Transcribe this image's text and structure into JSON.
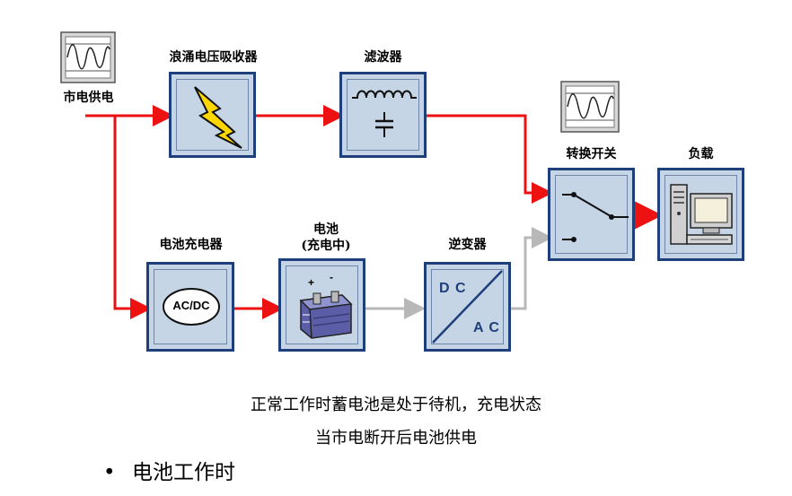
{
  "labels": {
    "mains": "市电供电",
    "surge": "浪涌电压吸收器",
    "filter": "滤波器",
    "switch": "转换开关",
    "load": "负载",
    "charger": "电池充电器",
    "battery_line1": "电池",
    "battery_line2": "(充电中)",
    "inverter": "逆变器"
  },
  "charger_text": "AC/DC",
  "inverter_text": {
    "top": "D C",
    "bottom": "A C"
  },
  "battery_marks": {
    "plus": "+",
    "minus": "-"
  },
  "captions": {
    "line1": "正常工作时蓄电池是处于待机，充电状态",
    "line2": "当市电断开后电池供电"
  },
  "bullet": {
    "mark": "•",
    "text": "电池工作时"
  },
  "colors": {
    "active_line": "#ee1111",
    "idle_line": "#b8b8b8",
    "box_fill": "#c5d5e6",
    "box_border": "#1e3f7a"
  },
  "icons": {
    "waveform": "sine-waveform-icon",
    "surge": "lightning-icon",
    "filter": "lc-filter-icon",
    "switch": "switch-icon",
    "load": "computer-icon",
    "battery": "battery-icon"
  }
}
